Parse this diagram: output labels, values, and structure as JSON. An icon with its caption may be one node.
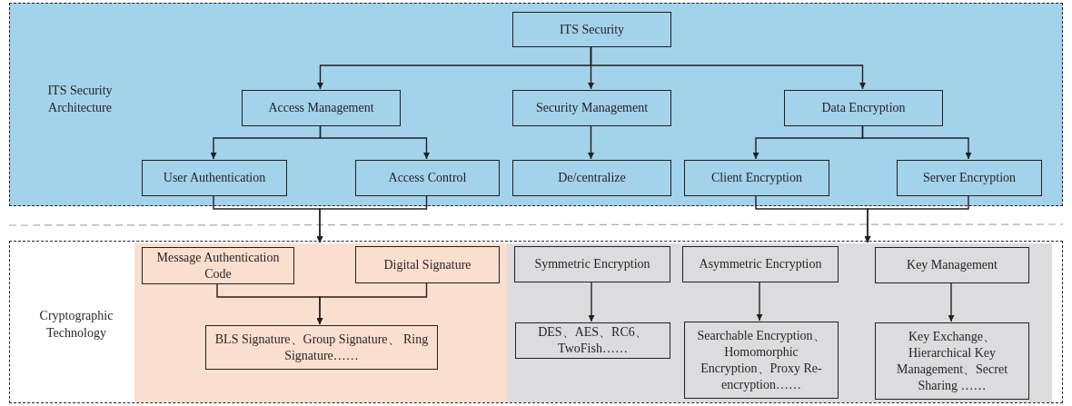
{
  "diagram": {
    "nodes": [
      {
        "text": [
          "ITS Security Architecture"
        ]
      },
      {
        "text": [
          "ITS Security"
        ],
        "in": 0
      },
      {
        "text": [
          "Access Management"
        ],
        "in": 0
      },
      {
        "text": [
          "Security Management"
        ],
        "in": 0
      },
      {
        "text": [
          "Data Encryption"
        ],
        "in": 0
      },
      {
        "text": [
          "User Authentication"
        ],
        "in": 0
      },
      {
        "text": [
          "Access Control"
        ],
        "in": 0
      },
      {
        "text": [
          "De/centralize"
        ],
        "in": 0
      },
      {
        "text": [
          "Client Encryption"
        ],
        "in": 0
      },
      {
        "text": [
          "Server Encryption"
        ],
        "in": 0
      },
      {
        "text": [
          "Cryptographic Technology"
        ]
      },
      {
        "text": [],
        "shape": "box",
        "in": 10
      },
      {
        "text": [
          "Message Authentication Code"
        ],
        "in": 11
      },
      {
        "text": [
          "Digital Signature"
        ],
        "in": 11
      },
      {
        "text": [
          "BLS Signature、Group Signature、 Ring Signature……"
        ],
        "in": 11
      },
      {
        "text": [],
        "shape": "box",
        "in": 10
      },
      {
        "text": [
          "Symmetric Encryption"
        ],
        "in": 15
      },
      {
        "text": [
          "Asymmetric Encryption"
        ],
        "in": 15
      },
      {
        "text": [
          "Key Management"
        ],
        "in": 15
      },
      {
        "text": [
          "DES、AES、RC6、 TwoFish……"
        ],
        "in": 15
      },
      {
        "text": [
          "Searchable Encryption、 Homomorphic Encryption、Proxy Re-encryption……"
        ],
        "in": 15
      },
      {
        "text": [
          "Key Exchange、 Hierarchical Key Management、Secret Sharing ……"
        ],
        "in": 15
      }
    ],
    "edges": [
      {
        "from": 1,
        "to": 2,
        "arrow": "to"
      },
      {
        "from": 1,
        "to": 3,
        "arrow": "to"
      },
      {
        "from": 1,
        "to": 4,
        "arrow": "to"
      },
      {
        "from": 2,
        "to": 5,
        "arrow": "to"
      },
      {
        "from": 2,
        "to": 6,
        "arrow": "to"
      },
      {
        "from": 3,
        "to": 7,
        "arrow": "to"
      },
      {
        "from": 4,
        "to": 8,
        "arrow": "to"
      },
      {
        "from": 4,
        "to": 9,
        "arrow": "to"
      },
      {
        "from": 5,
        "to": 11,
        "arrow": "to"
      },
      {
        "from": 6,
        "to": 11,
        "arrow": "to"
      },
      {
        "from": 8,
        "to": 15,
        "arrow": "to"
      },
      {
        "from": 9,
        "to": 15,
        "arrow": "to"
      },
      {
        "from": 12,
        "to": 14,
        "arrow": "to"
      },
      {
        "from": 13,
        "to": 14,
        "arrow": "to"
      },
      {
        "from": 16,
        "to": 19,
        "arrow": "to"
      },
      {
        "from": 17,
        "to": 20,
        "arrow": "to"
      },
      {
        "from": 18,
        "to": 21,
        "arrow": "to"
      }
    ]
  }
}
